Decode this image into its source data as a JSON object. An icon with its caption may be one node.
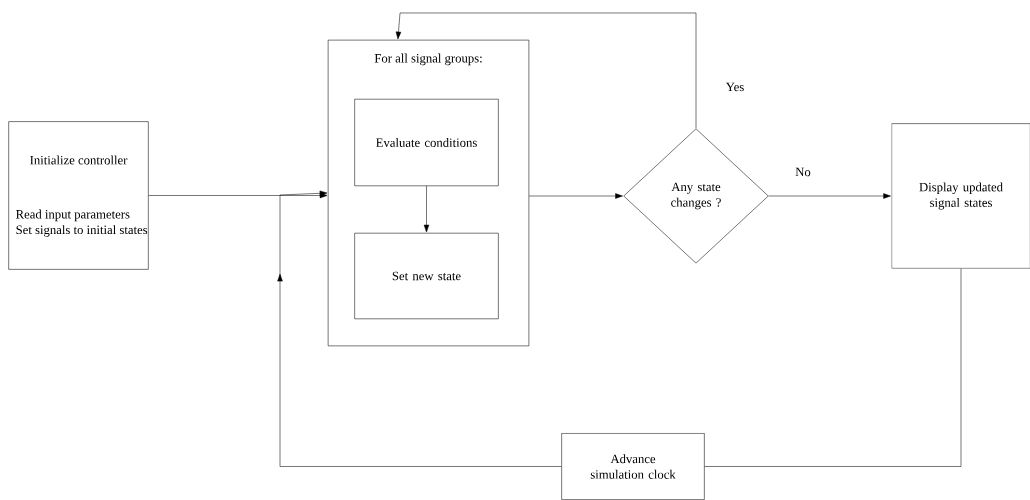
{
  "diagram": {
    "nodes": [
      {
        "text": [
          "Initialize controller",
          "Read input parameters",
          "Set signals to initial states"
        ]
      },
      {
        "text": [
          "For all signal groups:"
        ]
      },
      {
        "text": [
          "Evaluate conditions"
        ],
        "in": 1
      },
      {
        "text": [
          "Set new state"
        ],
        "in": 1
      },
      {
        "text": [
          "Any state changes ?"
        ]
      },
      {
        "text": [
          "Display updated signal states"
        ]
      },
      {
        "text": [
          "Advance simulation clock"
        ]
      }
    ],
    "edges": [
      {
        "from": 0,
        "to": 1,
        "arrow": "to"
      },
      {
        "from": 2,
        "to": 3,
        "arrow": "to"
      },
      {
        "from": 1,
        "to": 4,
        "arrow": "to"
      },
      {
        "from": 4,
        "to": 1,
        "arrow": "to",
        "label": "Yes"
      },
      {
        "from": 4,
        "to": 5,
        "arrow": "to",
        "label": "No"
      },
      {
        "from": 5,
        "to": 6,
        "arrow": "none"
      },
      {
        "from": 6,
        "to": 1,
        "arrow": "to"
      }
    ]
  }
}
